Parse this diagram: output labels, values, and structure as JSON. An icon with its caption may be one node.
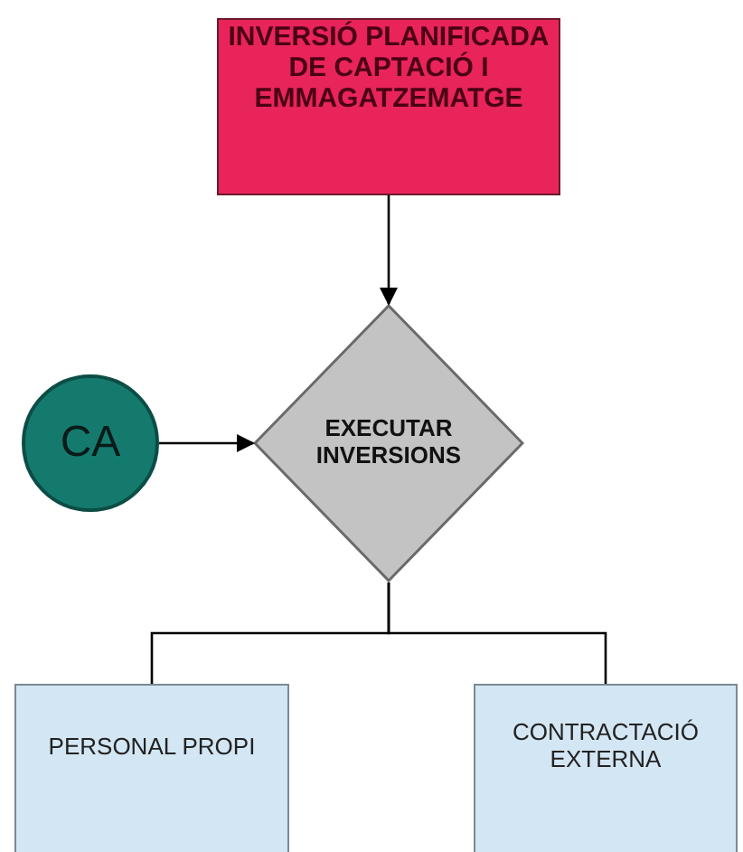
{
  "diagram": {
    "nodes": [
      {
        "text": [
          "INVERSIÓ PLANIFICADA DE CAPTACIÓ I EMMAGATZEMATGE"
        ]
      },
      {
        "text": [
          "CA"
        ]
      },
      {
        "text": [
          "EXECUTAR INVERSIONS"
        ]
      },
      {
        "text": [
          "PERSONAL PROPI"
        ]
      },
      {
        "text": [
          "CONTRACTACIÓ EXTERNA"
        ]
      }
    ],
    "edges": [
      {
        "from": 0,
        "to": 2,
        "arrow": "to"
      },
      {
        "from": 1,
        "to": 2,
        "arrow": "to"
      },
      {
        "from": 2,
        "to": 3,
        "arrow": "none"
      },
      {
        "from": 2,
        "to": 4,
        "arrow": "none"
      }
    ]
  }
}
